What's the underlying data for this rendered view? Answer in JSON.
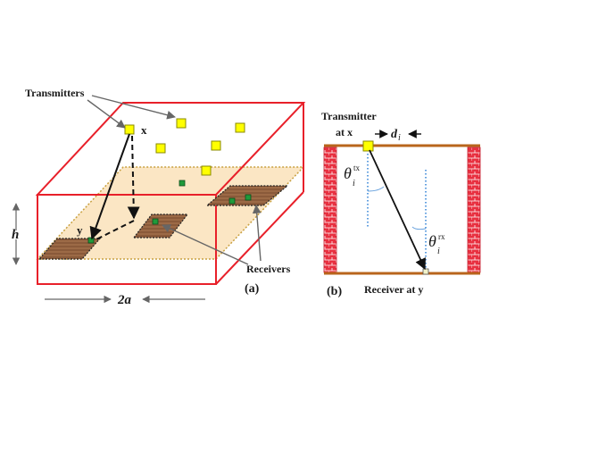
{
  "left_figure": {
    "transmitters_label": "Transmitters",
    "x_label": "x",
    "y_label": "y",
    "receivers_label": "Receivers",
    "height_label": "h",
    "width_label": "2a",
    "caption": "(a)"
  },
  "right_figure": {
    "transmitter_label_line1": "Transmitter",
    "transmitter_label_line2": "at x",
    "d_label": "d",
    "d_sub": "i",
    "theta": "θ",
    "theta_sub": "i",
    "theta_tx_sup": "tx",
    "theta_rx_sup": "rx",
    "receiver_label": "Receiver at y",
    "caption": "(b)"
  },
  "colors": {
    "box_edge": "#e8202a",
    "floor_fill": "#fbe6c4",
    "floor_edge": "#c8a040",
    "transmitter": "#ffff00",
    "receiver": "#1f9a3a",
    "patch": "#8a5a3a",
    "wall_brick": "#e83040",
    "beam_dots": "#3b88d8",
    "room_edge": "#b8651c"
  }
}
